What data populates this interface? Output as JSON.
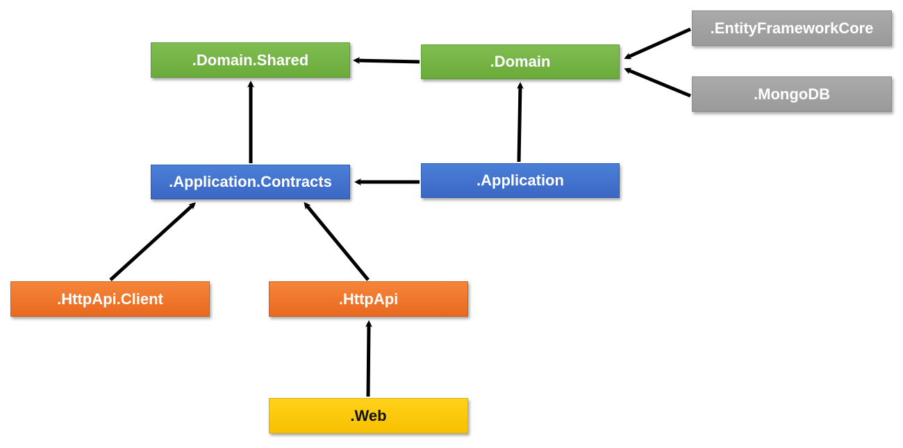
{
  "nodes": {
    "domain_shared": ".Domain.Shared",
    "domain": ".Domain",
    "entity_framework_core": ".EntityFrameworkCore",
    "mongodb": ".MongoDB",
    "application_contracts": ".Application.Contracts",
    "application": ".Application",
    "httpapi_client": ".HttpApi.Client",
    "httpapi": ".HttpApi",
    "web": ".Web"
  },
  "colors": {
    "domain_layer": "#6aab3a",
    "application_layer": "#3a68c4",
    "api_layer": "#e8691f",
    "data_layer": "#9a9a9a",
    "ui_layer": "#f7c000",
    "arrow": "#000000"
  },
  "edges": [
    {
      "from": ".Domain",
      "to": ".Domain.Shared"
    },
    {
      "from": ".EntityFrameworkCore",
      "to": ".Domain"
    },
    {
      "from": ".MongoDB",
      "to": ".Domain"
    },
    {
      "from": ".Application.Contracts",
      "to": ".Domain.Shared"
    },
    {
      "from": ".Application",
      "to": ".Domain"
    },
    {
      "from": ".Application",
      "to": ".Application.Contracts"
    },
    {
      "from": ".HttpApi.Client",
      "to": ".Application.Contracts"
    },
    {
      "from": ".HttpApi",
      "to": ".Application.Contracts"
    },
    {
      "from": ".Web",
      "to": ".HttpApi"
    }
  ]
}
